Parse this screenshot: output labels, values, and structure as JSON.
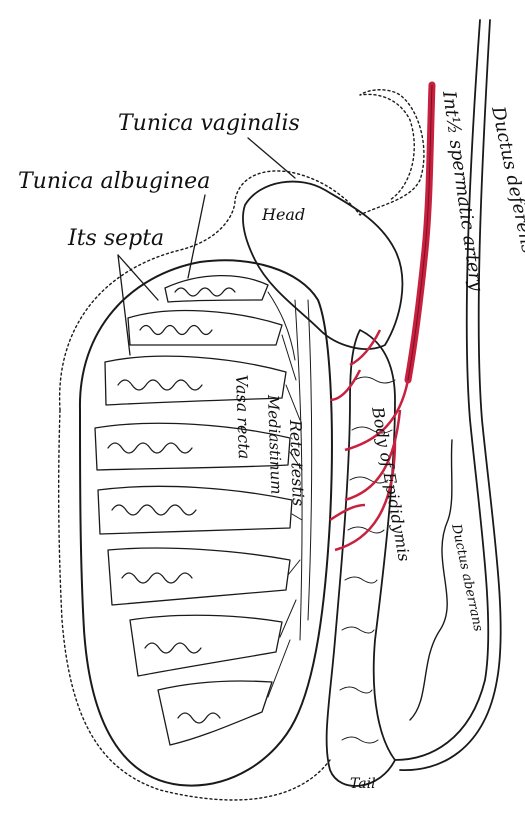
{
  "colors": {
    "ink": "#1a1a1a",
    "artery": "#c8203f",
    "artery_dark": "#7a1024",
    "background": "#ffffff",
    "tissue_shade": "#d9d9d9"
  },
  "labels": {
    "tunica_vaginalis": "Tunica vaginalis",
    "tunica_albuginea": "Tunica albuginea",
    "its_septa": "Its septa",
    "ductus_deferens": "Ductus deferens",
    "spermatic_artery": "Int½ spermatic artery",
    "rete_testis": "Rete testis",
    "mediastinum": "Mediastinum",
    "vasa_recta": "Vasa recta",
    "body_of_epididymis": "Body of Epididymis",
    "ductus_aberrans": "Ductus aberrans",
    "tail": "Tail",
    "head": "Head"
  }
}
